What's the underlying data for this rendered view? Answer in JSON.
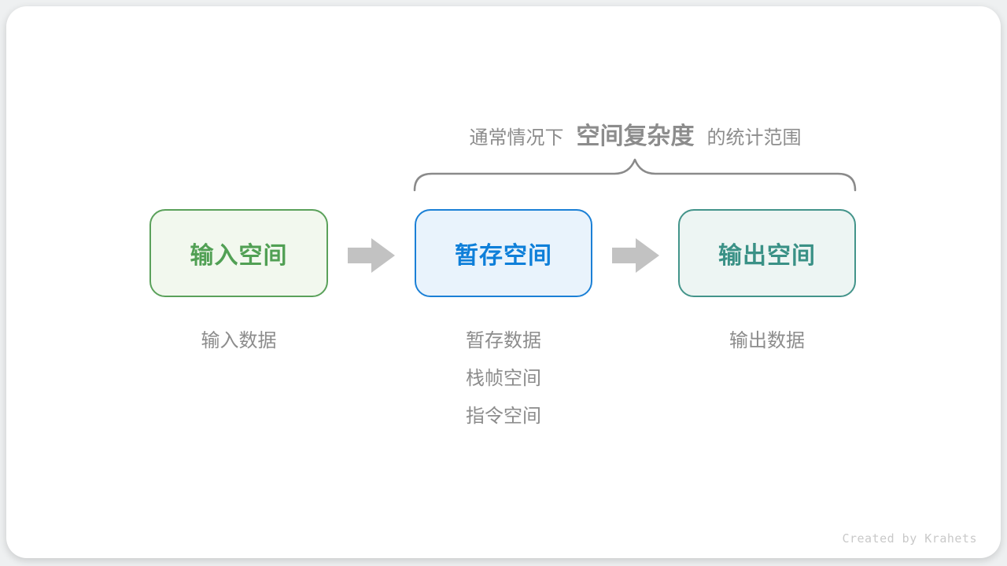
{
  "caption": {
    "prefix": "通常情况下",
    "highlight": "空间复杂度",
    "suffix": "的统计范围"
  },
  "boxes": [
    {
      "label": "输入空间",
      "theme": "green"
    },
    {
      "label": "暂存空间",
      "theme": "blue"
    },
    {
      "label": "输出空间",
      "theme": "teal"
    }
  ],
  "labels": {
    "input": [
      "输入数据"
    ],
    "buffer": [
      "暂存数据",
      "栈帧空间",
      "指令空间"
    ],
    "output": [
      "输出数据"
    ]
  },
  "watermark": "Created by Krahets",
  "icons": {
    "arrow": "block-arrow-right",
    "brace": "overbrace-down"
  },
  "colors": {
    "page_bg": "#eef0f1",
    "card_bg": "#ffffff",
    "green_border": "#5aa15a",
    "green_fill": "#f2f8ee",
    "green_text": "#51a054",
    "blue_border": "#1b80d6",
    "blue_fill": "#e9f3fc",
    "blue_text": "#0e7fd9",
    "teal_border": "#43948a",
    "teal_fill": "#edf5f3",
    "teal_text": "#3a9186",
    "gray_text": "#8c8c8c",
    "arrow": "#c2c2c2",
    "brace": "#8a8a8a",
    "watermark": "#c9c9c9"
  }
}
